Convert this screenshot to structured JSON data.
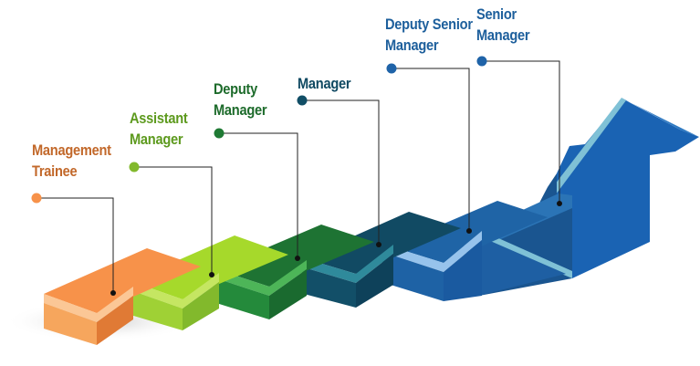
{
  "diagram": {
    "type": "career-staircase",
    "steps": [
      {
        "lines": [
          "Management",
          "Trainee"
        ],
        "label_color": "#c2682a",
        "dot_color": "#f7924a",
        "top_color": "#f7924a",
        "front_color": "#fbc796",
        "side_color": "#e07a35"
      },
      {
        "lines": [
          "Assistant",
          "Manager"
        ],
        "label_color": "#5d9a1e",
        "dot_color": "#82b92c",
        "top_color": "#a6d92b",
        "front_color": "#c5e662",
        "side_color": "#82b92c"
      },
      {
        "lines": [
          "Deputy",
          "Manager"
        ],
        "label_color": "#1d6b2b",
        "dot_color": "#1f7a34",
        "top_color": "#1e7333",
        "front_color": "#4db558",
        "side_color": "#185f29"
      },
      {
        "lines": [
          "Manager"
        ],
        "label_color": "#0f4962",
        "dot_color": "#114e66",
        "top_color": "#114a63",
        "front_color": "#2f8a9b",
        "side_color": "#0c3c52"
      },
      {
        "lines": [
          "Deputy Senior",
          "Manager"
        ],
        "label_color": "#1d5f9c",
        "dot_color": "#1f63a8",
        "top_color": "#1f64a6",
        "front_color": "#97c3ec",
        "side_color": "#1a5590"
      },
      {
        "lines": [
          "Senior",
          "Manager"
        ],
        "label_color": "#1d5f9c",
        "dot_color": "#1f63a8",
        "top_color": "#2b74b6",
        "front_color": "#7fc1d6",
        "side_color": "#1a5590"
      }
    ],
    "arrow": {
      "color": "#1a63b3",
      "edge_color": "#7fc1d6",
      "shadow_color": "#1a5590"
    },
    "leader_line_color": "#222222"
  }
}
